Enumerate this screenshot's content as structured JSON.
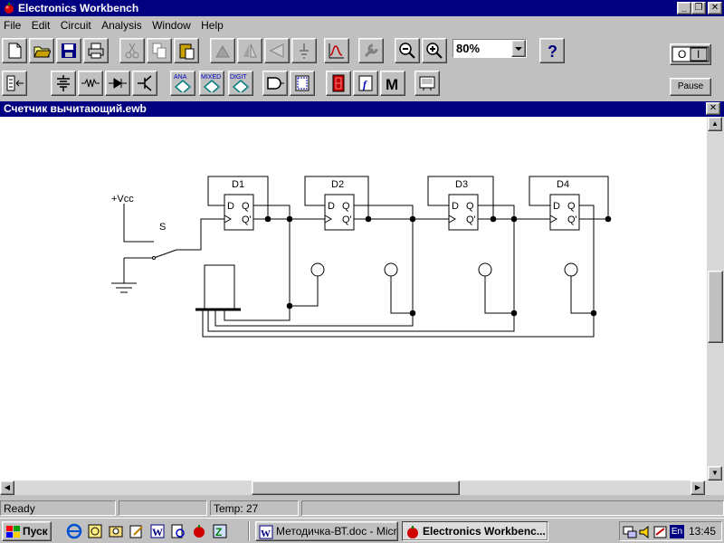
{
  "window": {
    "title": "Electronics Workbench"
  },
  "menu": [
    "File",
    "Edit",
    "Circuit",
    "Analysis",
    "Window",
    "Help"
  ],
  "toolbar": {
    "zoom": "80%",
    "pause_label": "Pause",
    "power_off": "O",
    "power_on": "I"
  },
  "document": {
    "title": "Счетчик вычитающий.ewb"
  },
  "circuit": {
    "vcc_label": "+Vcc",
    "switch_label": "S",
    "flipflops": [
      {
        "name": "D1",
        "d": "D",
        "q": "Q",
        "qn": "Q'"
      },
      {
        "name": "D2",
        "d": "D",
        "q": "Q",
        "qn": "Q'"
      },
      {
        "name": "D3",
        "d": "D",
        "q": "Q",
        "qn": "Q'"
      },
      {
        "name": "D4",
        "d": "D",
        "q": "Q",
        "qn": "Q'"
      }
    ],
    "ana_label": "ANA",
    "mixed_label": "MIXED",
    "digit_label": "DIGIT",
    "m_label": "M"
  },
  "status": {
    "ready": "Ready",
    "temp": "Temp:  27"
  },
  "taskbar": {
    "start": "Пуск",
    "tasks": [
      "Методичка-ВТ.doc - Micr...",
      "Electronics Workbenc..."
    ],
    "lang": "En",
    "clock": "13:45"
  },
  "colors": {
    "titlebar": "#000080",
    "face": "#c0c0c0",
    "canvas": "#ffffff"
  }
}
